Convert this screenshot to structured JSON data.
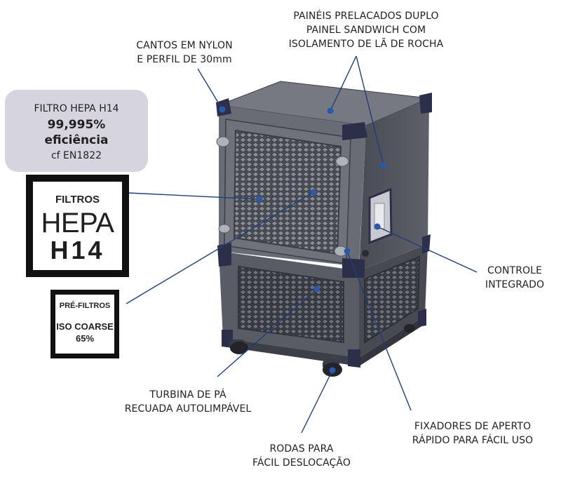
{
  "labels": {
    "cantos": [
      "CANTOS EM NYLON",
      "E PERFIL DE 30mm"
    ],
    "paineis": [
      "PAINÉIS PRELACADOS DUPLO",
      "PAINEL SANDWICH COM",
      "ISOLAMENTO DE LÃ DE ROCHA"
    ],
    "controle": [
      "CONTROLE",
      "INTEGRADO"
    ],
    "turbina": [
      "TURBINA DE PÁ",
      "RECUADA AUTOLIMPÁVEL"
    ],
    "fixadores": [
      "FIXADORES DE APERTO",
      "RÁPIDO PARA FÁCIL USO"
    ],
    "rodas": [
      "RODAS PARA",
      "FÁCIL DESLOCAÇÃO"
    ]
  },
  "hepa_box": {
    "line1": "FILTRO HEPA H14",
    "line2": "99,995%",
    "line3": "eficiência",
    "line4": "cf EN1822"
  },
  "badge_filtros": {
    "title": "FILTROS",
    "line1": "HEPA",
    "line2": "H14"
  },
  "badge_prefiltros": {
    "title": "PRÉ-FILTROS",
    "line1": "ISO COARSE",
    "line2": "65%"
  },
  "colors": {
    "leader": "#1f3f7a",
    "dot": "#2a59a8",
    "body": "#5b5d66",
    "corner": "#2b2f4a"
  }
}
